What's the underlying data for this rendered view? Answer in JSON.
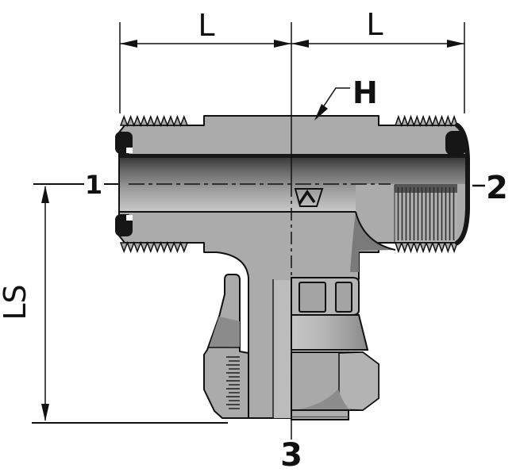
{
  "drawing": {
    "title": "tee-fitting-section-drawing",
    "dim_left_label": "L",
    "dim_right_label": "L",
    "height_label": "H",
    "side_dim_label": "LS",
    "port_left_label": "1",
    "port_right_label": "2",
    "port_bottom_label": "3"
  },
  "colors": {
    "body": "#ababab",
    "outline": "#111111",
    "oring": "#161616",
    "bore_dark": "#3a3a3a",
    "bore_light": "#c9c9c9",
    "shadow": "#7a7a7a",
    "ribs_bg": "#b0b0b0",
    "background": "#ffffff"
  }
}
